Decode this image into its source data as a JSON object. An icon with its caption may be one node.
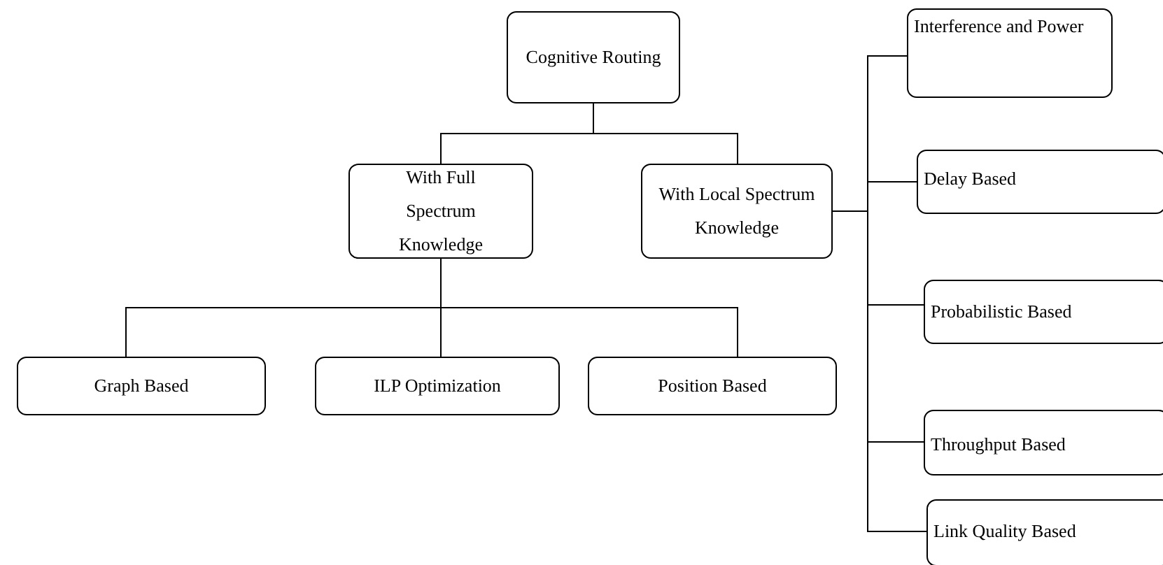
{
  "diagram": {
    "nodes": [
      {
        "text": [
          "Cognitive Routing"
        ]
      },
      {
        "text": [
          "With Full Spectrum Knowledge"
        ]
      },
      {
        "text": [
          "With Local Spectrum Knowledge"
        ]
      },
      {
        "text": [
          "Graph Based"
        ]
      },
      {
        "text": [
          "ILP Optimization"
        ]
      },
      {
        "text": [
          "Position Based"
        ]
      },
      {
        "text": [
          "Interference and Power"
        ]
      },
      {
        "text": [
          "Delay Based"
        ]
      },
      {
        "text": [
          "Probabilistic Based"
        ]
      },
      {
        "text": [
          "Throughput Based"
        ]
      },
      {
        "text": [
          "Link Quality Based"
        ]
      }
    ],
    "edges": [
      {
        "from": 0,
        "to": 1,
        "arrow": "none"
      },
      {
        "from": 0,
        "to": 2,
        "arrow": "none"
      },
      {
        "from": 1,
        "to": 3,
        "arrow": "none"
      },
      {
        "from": 1,
        "to": 4,
        "arrow": "none"
      },
      {
        "from": 1,
        "to": 5,
        "arrow": "none"
      },
      {
        "from": 2,
        "to": 6,
        "arrow": "none"
      },
      {
        "from": 2,
        "to": 7,
        "arrow": "none"
      },
      {
        "from": 2,
        "to": 8,
        "arrow": "none"
      },
      {
        "from": 2,
        "to": 9,
        "arrow": "none"
      },
      {
        "from": 2,
        "to": 10,
        "arrow": "none"
      }
    ]
  }
}
